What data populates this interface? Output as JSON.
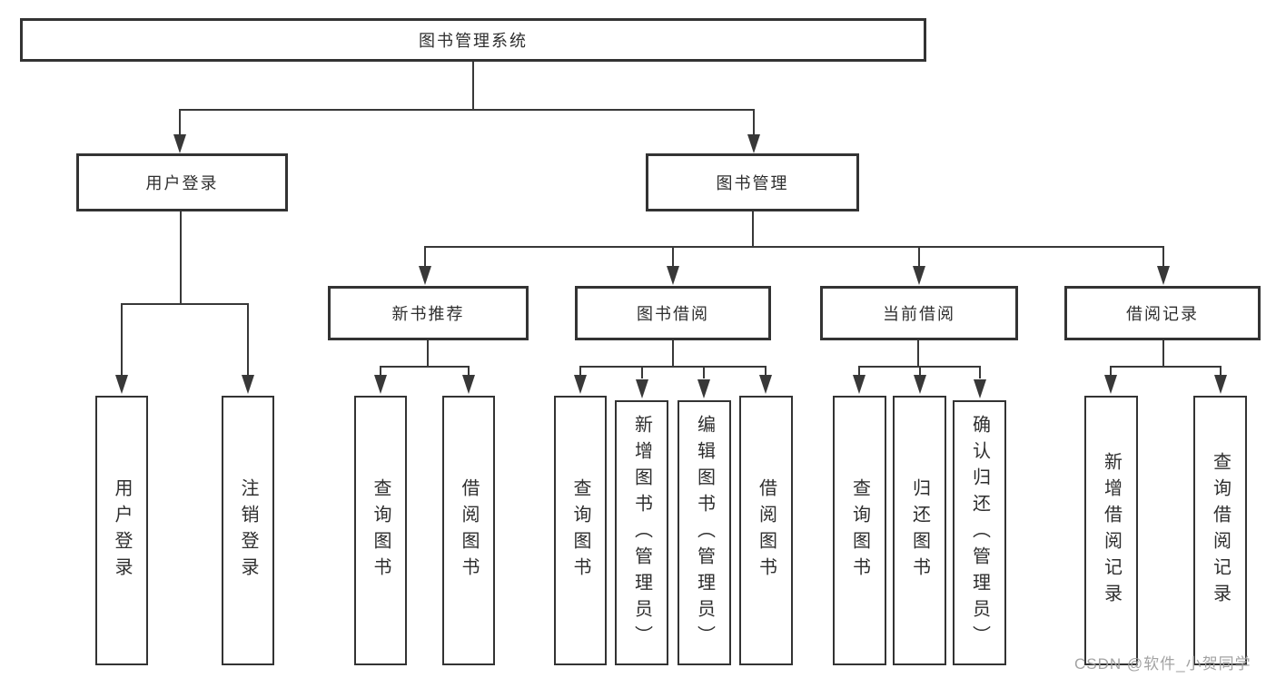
{
  "diagram": {
    "title": "图书管理系统",
    "root": {
      "label": "图书管理系统"
    },
    "branches": {
      "user_login": {
        "label": "用户登录",
        "children": {
          "login": {
            "label": "用户登录"
          },
          "logout": {
            "label": "注销登录"
          }
        }
      },
      "book_mgmt": {
        "label": "图书管理",
        "sections": {
          "new_book_rec": {
            "label": "新书推荐",
            "children": {
              "query_book": {
                "label": "查询图书"
              },
              "borrow_book": {
                "label": "借阅图书"
              }
            }
          },
          "book_borrow": {
            "label": "图书借阅",
            "children": {
              "query_book": {
                "label": "查询图书"
              },
              "add_book": {
                "label": "新增图书（管理员）"
              },
              "edit_book": {
                "label": "编辑图书（管理员）"
              },
              "borrow_book": {
                "label": "借阅图书"
              }
            }
          },
          "current_borrow": {
            "label": "当前借阅",
            "children": {
              "query_book": {
                "label": "查询图书"
              },
              "return_book": {
                "label": "归还图书"
              },
              "confirm_return": {
                "label": "确认归还（管理员）"
              }
            }
          },
          "borrow_record": {
            "label": "借阅记录",
            "children": {
              "add_record": {
                "label": "新增借阅记录"
              },
              "query_record": {
                "label": "查询借阅记录"
              }
            }
          }
        }
      }
    },
    "colors": {
      "line": "#383838",
      "border": "#333333",
      "box_bg": "#ffffff",
      "text": "#2e2e2e",
      "watermark": "#9e9e9e"
    }
  },
  "watermark": {
    "text": "CSDN @软件_小贺同学"
  }
}
